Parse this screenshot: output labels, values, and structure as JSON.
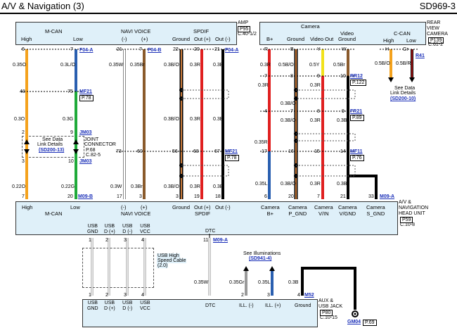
{
  "header": {
    "title": "A/V & Navigation (3)",
    "code": "SD969-3"
  },
  "top_blocks": {
    "mcan": {
      "title": "M-CAN",
      "left": "High",
      "right": "Low"
    },
    "navivoice": {
      "title": "NAVI VOICE",
      "left": "(-)",
      "right": "(+)"
    },
    "spdif": {
      "title": "SPDIF",
      "c1": "Ground",
      "c2": "Out (+)",
      "c3": "Out (-)"
    },
    "amp": {
      "label": "AMP",
      "ref1": "P95",
      "ref2": "C.40-1/2"
    },
    "camera": {
      "title": "Camera",
      "c1": "B+",
      "c2": "Ground",
      "c3": "Video Out",
      "c4": "Video",
      "c4b": "Ground"
    },
    "ccan": {
      "title": "C-CAN",
      "left": "High",
      "right": "Low"
    },
    "rear_camera": {
      "l1": "REAR",
      "l2": "VIEW",
      "l3": "CAMERA",
      "ref1": "P139",
      "ref2": "C.61-2"
    }
  },
  "head_unit": {
    "mcan": {
      "title": "M-CAN",
      "left": "High",
      "right": "Low"
    },
    "navivoice": {
      "title": "NAVI VOICE",
      "left": "(-)",
      "right": "(+)"
    },
    "spdif": {
      "title": "SPDIF",
      "c1": "Ground",
      "c2": "Out (+)",
      "c3": "Out (-)"
    },
    "cam_bplus": "Camera\nB+",
    "cam_pgnd": "Camera\nP_GND",
    "cam_vin": "Camera\nV/IN",
    "cam_vgnd": "Camera\nV/GND",
    "cam_sgnd": "Camera\nS_GND",
    "label1": "A/V &",
    "label2": "NAVIGATION",
    "label3": "HEAD UNIT",
    "ref1": "P59",
    "ref2": "C.10-8",
    "usb_gnd": "USB\nGND",
    "usb_dp": "USB\nD (+)",
    "usb_dm": "USB\nD (-)",
    "usb_vcc": "USB\nVCC",
    "dtc": "DTC"
  },
  "aux_box": {
    "usb_gnd": "USB\nGND",
    "usb_dp": "USB\nD (+)",
    "usb_dm": "USB\nD (-)",
    "usb_vcc": "USB\nVCC",
    "dtc": "DTC",
    "ill_minus": "ILL. (-)",
    "ill_plus": "ILL. (+)",
    "ground": "Ground",
    "label1": "AUX &",
    "label2": "USB JACK",
    "ref1": "P80",
    "ref2": "C.10-15"
  },
  "connectors": {
    "f04a_top": "F04-A",
    "f04b_top": "F04-B",
    "f04a_top2": "F04-A",
    "mf21_1": "MF21",
    "mf21_1_ref": "P.78",
    "jm03_1": "JM03",
    "jm03_2": "JM03",
    "mf21_2": "MF21",
    "mf21_2_ref": "P.78",
    "m09b": "M09-B",
    "rr12": "RR12",
    "rr12_ref": "P.122",
    "fr21": "FR21",
    "fr21_ref": "P.89",
    "mf11": "MF11",
    "mf11_ref": "P.76",
    "m09a": "M09-A",
    "r41": "R41",
    "m09a_dtc": "M09-A",
    "m52": "M52",
    "gm04": "GM04",
    "gm04_ref": "P.69"
  },
  "joint_connector": {
    "l1": "JOINT",
    "l2": "CONNECTOR",
    "ref1": "P.68",
    "ref2": "C.82-5"
  },
  "see_data_1": {
    "l1": "See Data",
    "l2": "Link Details",
    "link": "(SD200-13)"
  },
  "see_data_2": {
    "l1": "See Data",
    "l2": "Link Details",
    "link": "(SD200-10)"
  },
  "see_illum": {
    "l1": "See Illuminations",
    "link": "(SD941-4)"
  },
  "usb_cable": {
    "l1": "USB High",
    "l2": "Speed Cable",
    "l3": "(2.0)"
  },
  "wire_labels": {
    "mcan_h1": "0.35O",
    "mcan_l1": "0.3L/O",
    "mcan_h2": "0.3O",
    "mcan_l2": "0.3G",
    "mcan_h3": "0.22O",
    "mcan_l3": "0.22G",
    "nv_m1": "0.35W",
    "nv_p1": "0.35Br",
    "nv_m2": "0.3W",
    "nv_p2": "0.3Br",
    "sp_g1": "0.3B/O",
    "sp_p1": "0.3R",
    "sp_m1": "0.3B",
    "sp_g2": "0.3B/O",
    "sp_p2": "0.3R",
    "sp_m2": "0.3B",
    "sp_g3": "0.3B/O",
    "sp_p3": "0.3R",
    "sp_m3": "0.3B",
    "cam_b1": "0.3R",
    "cam_g1": "0.5B/O",
    "cam_v1": "0.5Y",
    "cam_vg1": "0.5Br",
    "cam_b2": "0.3R",
    "cam_g2": "0.3B/O",
    "cam_v2": "0.3R",
    "cam_b3": "0.35R",
    "cam_g3": "0.3B/O",
    "cam_v3": "0.3R",
    "cam_vg3": "0.3B",
    "cam_b4": "0.35L",
    "cam_g4": "0.3B/O",
    "cam_v4": "0.3R",
    "cam_vg4": "0.3B",
    "ccan_h": "0.5B/O",
    "ccan_l": "0.5B/R",
    "dtc": "0.35W",
    "ill_m": "0.35Gr",
    "ill_p": "0.35L",
    "gnd": "0.3B"
  },
  "pins": {
    "top_mcan_h": "6",
    "top_mcan_l": "7",
    "top_nv_m": "21",
    "top_nv_p": "7",
    "top_sp_g": "22",
    "top_sp_p": "20",
    "top_sp_m": "21",
    "cam_b": "R",
    "cam_g": "B",
    "cam_v": "Y",
    "cam_vg": "W",
    "ccan_h": "H",
    "ccan_l": "Gr",
    "mf21_h": "48",
    "mf21_l": "75",
    "jm_h1": "2",
    "jm_l1": "9",
    "jm_h2": "3",
    "jm_l2": "10",
    "mf21b_nv_m": "73",
    "mf21b_nv_p": "60",
    "mf21b_sp_g": "56",
    "mf21b_sp_p": "68",
    "mf21b_sp_m": "67",
    "hu_h": "7",
    "hu_l": "20",
    "hu_nvm": "17",
    "hu_nvp": "3",
    "hu_sg": "3",
    "hu_sp": "19",
    "hu_sm": "18",
    "hu_cb": "6",
    "hu_cg": "20",
    "hu_cv": "7",
    "hu_cvg": "21",
    "hu_cs": "33",
    "rr12_b": "7",
    "rr12_g": "8",
    "rr12_v": "9",
    "rr12_vg": "10",
    "fr21_b": "4",
    "fr21_g": "7",
    "fr21_v": "8",
    "fr21_vg": "9",
    "mf11_b": "17",
    "mf11_g": "16",
    "mf11_v": "15",
    "mf11_vg": "14",
    "usb1": "1",
    "usb2": "2",
    "usb3": "3",
    "usb4": "4",
    "dtc_pin": "11",
    "aux1": "1",
    "aux2": "2",
    "aux3": "3",
    "aux4": "4",
    "aux_ill_m": "2",
    "aux_ill_p": "3",
    "aux_gnd": "4"
  },
  "colors": {
    "box_fill": "#dff0f9",
    "orange": "#f4a21d",
    "blue": "#2a5fb0",
    "green": "#1faa3a",
    "brown": "#8a5a2b",
    "red": "#e02020",
    "black": "#000000",
    "yellow": "#f2e21b",
    "white": "#ffffff",
    "gray": "#9a9a9a",
    "link": "#1a2fb8"
  }
}
